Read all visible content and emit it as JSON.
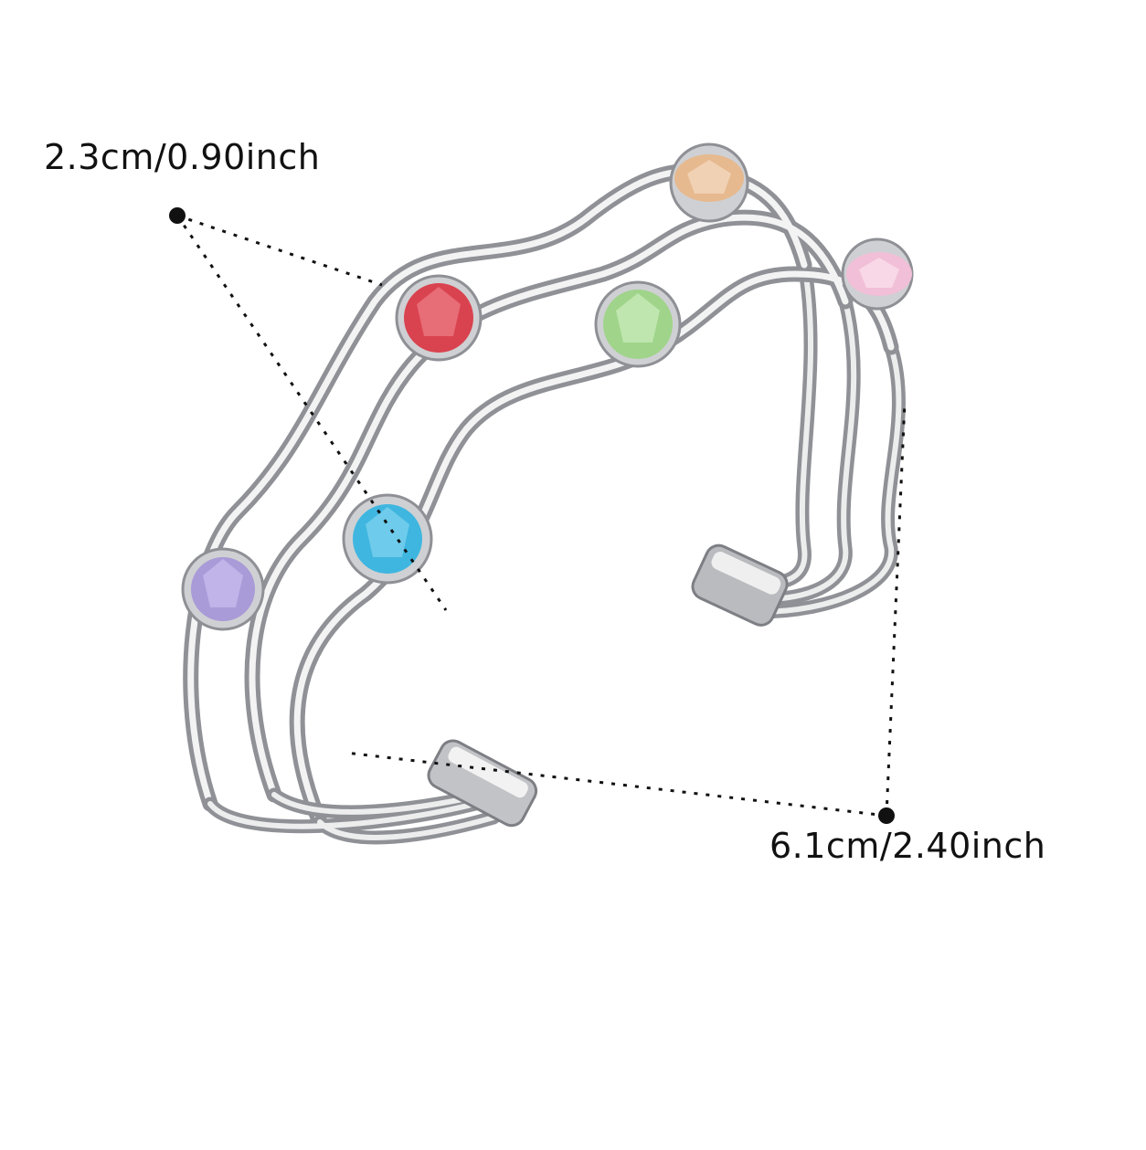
{
  "dimensions": {
    "width_label": "2.3cm/0.90inch",
    "length_label": "6.1cm/2.40inch"
  },
  "product": {
    "gems": [
      {
        "name": "purple",
        "color": "#a99ad8"
      },
      {
        "name": "blue",
        "color": "#3fb6e0"
      },
      {
        "name": "red",
        "color": "#d9434f"
      },
      {
        "name": "green",
        "color": "#9fd48a"
      },
      {
        "name": "champagne",
        "color": "#e6b98f"
      },
      {
        "name": "pink",
        "color": "#f1bfd7"
      }
    ],
    "metal_color": "#c8c9cc"
  }
}
